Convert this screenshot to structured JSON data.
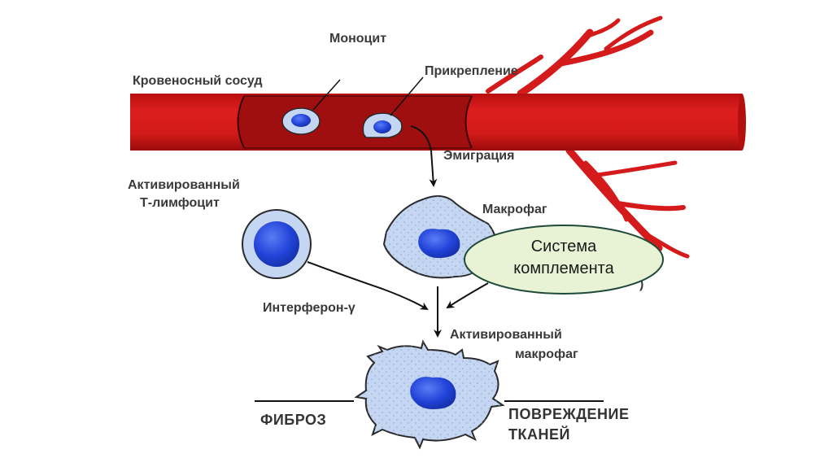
{
  "labels": {
    "monocyte": "Моноцит",
    "blood_vessel": "Кровеносный сосуд",
    "attachment": "Прикрепление",
    "emigration": "Эмиграция",
    "activated_t_line1": "Активированный",
    "activated_t_line2": "Т-лимфоцит",
    "macrophage": "Макрофаг",
    "interferon": "Интерферон-γ",
    "activated_macro_line1": "Активированный",
    "activated_macro_line2": "макрофаг",
    "fibrosis": "ФИБРОЗ",
    "damage_line1": "ПОВРЕЖДЕНИЕ",
    "damage_line2": "ТКАНЕЙ"
  },
  "callout": {
    "line1": "Система",
    "line2": "комплемента"
  },
  "colors": {
    "vessel": "#d41a1a",
    "vessel_dark": "#8a0a0a",
    "cell_fill": "#c5d6f2",
    "nucleus": "#2a4de0",
    "callout_fill": "#e8f2d4",
    "callout_border": "#1f4a3a"
  }
}
